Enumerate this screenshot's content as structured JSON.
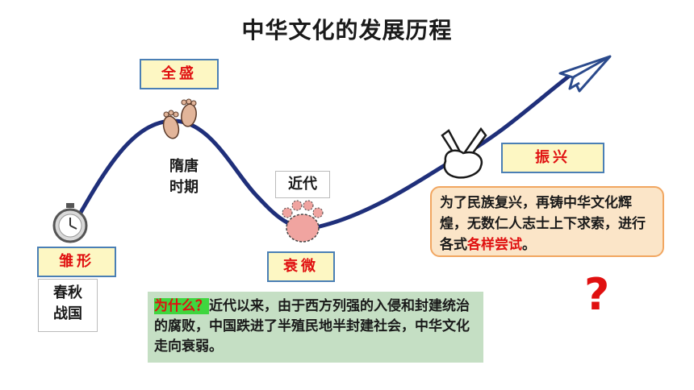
{
  "title": "中华文化的发展历程",
  "stages": {
    "origin": "雏形",
    "peak": "全盛",
    "decline": "衰微",
    "revival": "振兴"
  },
  "periods": {
    "origin_line1": "春秋",
    "origin_line2": "战国",
    "peak_line1": "隋唐",
    "peak_line2": "时期",
    "decline": "近代"
  },
  "revival_note": {
    "text": "为了民族复兴，再铸中华文化辉煌，无数仁人志士上下求索，进行各式",
    "highlight": "各样尝试",
    "end": "。"
  },
  "question": {
    "label": "为什么？",
    "text": "近代以来，由于西方列强的入侵和封建统治的腐败，中国跌进了半殖民地半封建社会，中华文化走向衰弱。"
  },
  "question_mark": "?",
  "icons": [
    "stopwatch-icon",
    "footprints-icon",
    "paw-print-icon",
    "victory-hand-icon",
    "paper-plane-icon"
  ],
  "colors": {
    "curve": "#1f2f7a",
    "stage_text": "#e01010",
    "stage_fill": "#fdf7c3",
    "stage_border": "#4a7fb5"
  }
}
